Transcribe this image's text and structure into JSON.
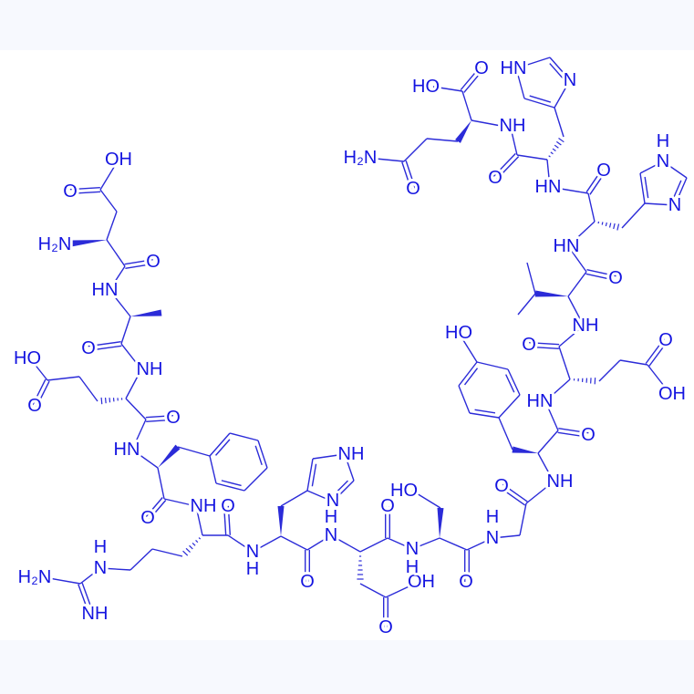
{
  "structure": {
    "bond_color": "#2b2bd8",
    "label_color": "#1414e0",
    "atom_labels": [
      "OH",
      "O",
      "H₂N",
      "O",
      "HN",
      "O",
      "HO",
      "O",
      "NH",
      "O",
      "HN",
      "O",
      "NH",
      "O",
      "H",
      "N",
      "H₂N",
      "NH",
      "N",
      "H",
      "O",
      "NH",
      "N",
      "H",
      "N",
      "O",
      "O",
      "OH",
      "N",
      "H",
      "HO",
      "O",
      "H",
      "N",
      "O",
      "NH",
      "HO",
      "O",
      "HN",
      "O",
      "OH",
      "O",
      "NH",
      "O",
      "HN",
      "H",
      "N",
      "N",
      "O",
      "HN",
      "HN",
      "N",
      "O",
      "NH",
      "H₂N",
      "O",
      "O",
      "HO"
    ]
  }
}
